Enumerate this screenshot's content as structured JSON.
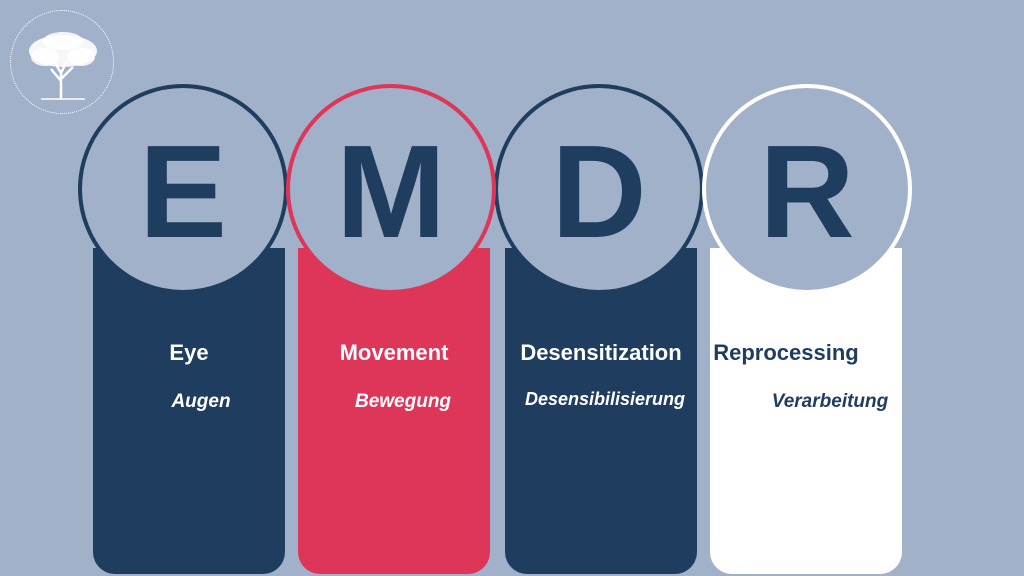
{
  "logo": {
    "icon": "tree-icon"
  },
  "items": [
    {
      "letter": "E",
      "term": "Eye",
      "translation": "Augen",
      "color": "#1f3d5e"
    },
    {
      "letter": "M",
      "term": "Movement",
      "translation": "Bewegung",
      "color": "#de3658"
    },
    {
      "letter": "D",
      "term": "Desensitization",
      "translation": "Desensibilisierung",
      "color": "#1f3d5e"
    },
    {
      "letter": "R",
      "term": "Reprocessing",
      "translation": "Verarbeitung",
      "color": "#ffffff"
    }
  ],
  "colors": {
    "background": "#a1b1ca",
    "navy": "#1f3d5e",
    "red": "#de3658",
    "white": "#ffffff"
  }
}
